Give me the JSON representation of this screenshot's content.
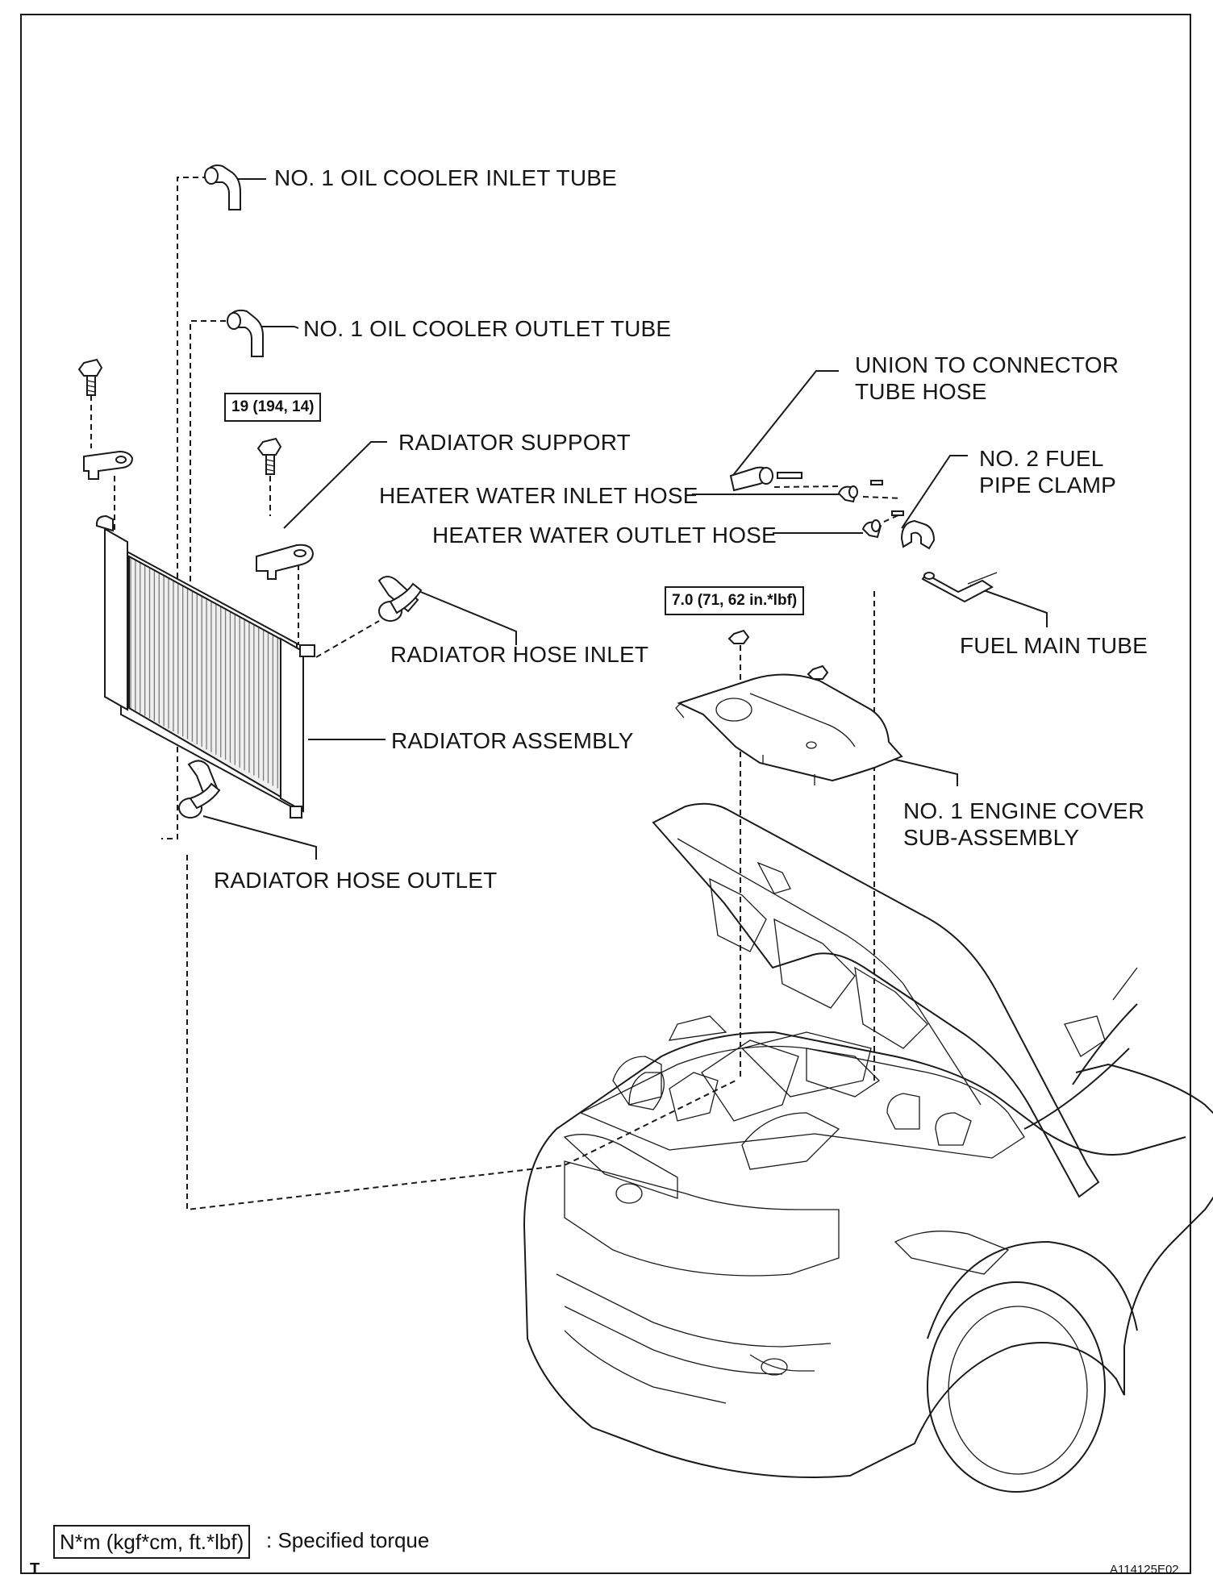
{
  "labels": {
    "oil_inlet": "NO. 1 OIL COOLER INLET TUBE",
    "oil_outlet": "NO. 1 OIL COOLER OUTLET TUBE",
    "union_hose_l1": "UNION TO CONNECTOR",
    "union_hose_l2": "TUBE HOSE",
    "radiator_support": "RADIATOR SUPPORT",
    "fuel_clamp_l1": "NO. 2 FUEL",
    "fuel_clamp_l2": "PIPE CLAMP",
    "heater_inlet": "HEATER WATER INLET HOSE",
    "heater_outlet": "HEATER WATER OUTLET HOSE",
    "hose_inlet": "RADIATOR HOSE INLET",
    "fuel_main": "FUEL MAIN TUBE",
    "radiator_assy": "RADIATOR ASSEMBLY",
    "engine_cover_l1": "NO. 1 ENGINE COVER",
    "engine_cover_l2": "SUB-ASSEMBLY",
    "hose_outlet": "RADIATOR HOSE OUTLET"
  },
  "torque": {
    "support_bolt": "19 (194, 14)",
    "cover_nut": "7.0 (71, 62 in.*lbf)"
  },
  "legend": {
    "box": "N*m (kgf*cm, ft.*lbf)",
    "text": ": Specified torque"
  },
  "footer": {
    "corner": "T",
    "code": "A114125E02"
  }
}
